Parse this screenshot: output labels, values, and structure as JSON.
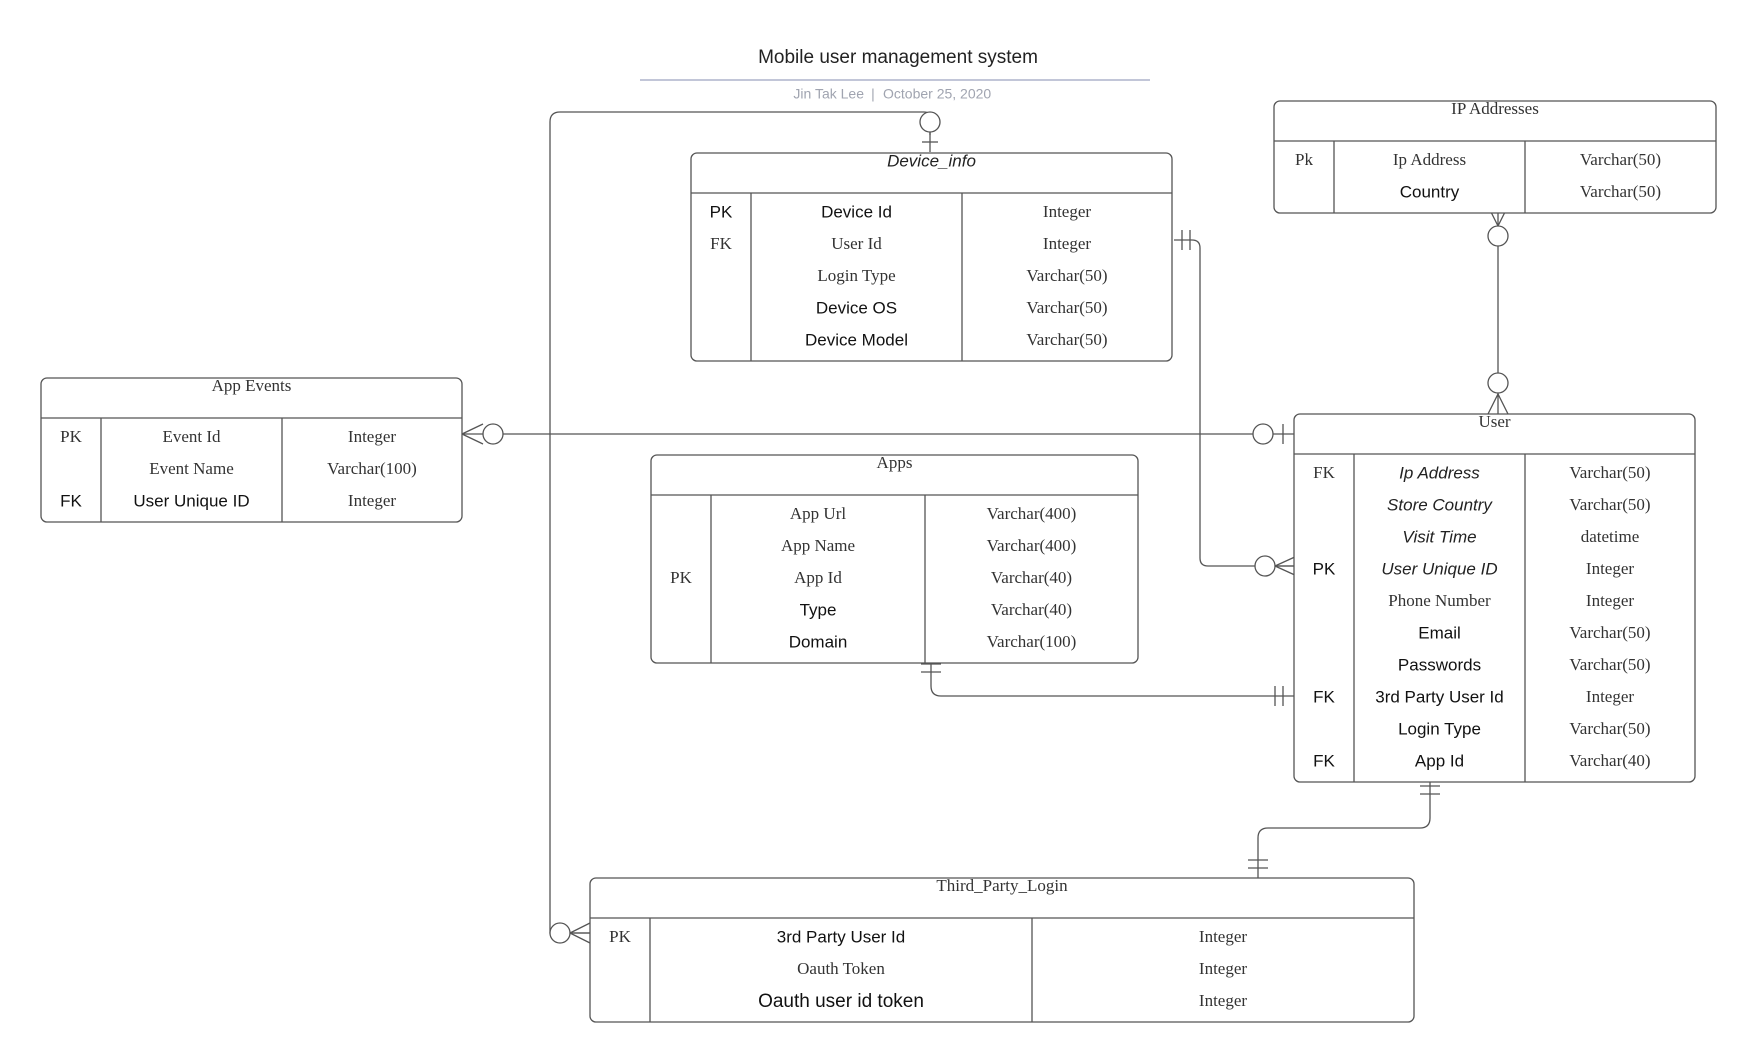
{
  "header": {
    "title": "Mobile user management system",
    "author": "Jin Tak Lee",
    "date": "October 25, 2020"
  },
  "colors": {
    "line": "#555555",
    "text": "#333333",
    "meta_text": "#a0a4b0",
    "title_rule": "#9ea4c0"
  },
  "tables": [
    {
      "name": "Device_info",
      "title_style": "italic-sans",
      "rows": [
        {
          "key": "PK",
          "field": "Device Id",
          "type": "Integer",
          "key_style": "sans",
          "field_style": "sans"
        },
        {
          "key": "FK",
          "field": "User Id",
          "type": "Integer",
          "key_style": "serif",
          "field_style": "serif"
        },
        {
          "key": "",
          "field": "Login Type",
          "type": "Varchar(50)",
          "field_style": "serif"
        },
        {
          "key": "",
          "field": "Device OS",
          "type": "Varchar(50)",
          "field_style": "sans"
        },
        {
          "key": "",
          "field": "Device Model",
          "type": "Varchar(50)",
          "field_style": "sans"
        }
      ]
    },
    {
      "name": "IP Addresses",
      "title_style": "serif",
      "rows": [
        {
          "key": "Pk",
          "field": "Ip Address",
          "type": "Varchar(50)",
          "key_style": "serif",
          "field_style": "serif"
        },
        {
          "key": "",
          "field": "Country",
          "type": "Varchar(50)",
          "field_style": "sans"
        }
      ]
    },
    {
      "name": "App Events",
      "title_style": "serif",
      "rows": [
        {
          "key": "PK",
          "field": "Event Id",
          "type": "Integer",
          "key_style": "serif",
          "field_style": "serif"
        },
        {
          "key": "",
          "field": "Event Name",
          "type": "Varchar(100)",
          "field_style": "serif"
        },
        {
          "key": "FK",
          "field": "User Unique ID",
          "type": "Integer",
          "key_style": "sans",
          "field_style": "sans"
        }
      ]
    },
    {
      "name": "Apps",
      "title_style": "serif",
      "rows": [
        {
          "key": "",
          "field": "App Url",
          "type": "Varchar(400)",
          "field_style": "serif"
        },
        {
          "key": "",
          "field": "App Name",
          "type": "Varchar(400)",
          "field_style": "serif"
        },
        {
          "key": "PK",
          "field": "App Id",
          "type": "Varchar(40)",
          "key_style": "serif",
          "field_style": "serif"
        },
        {
          "key": "",
          "field": "Type",
          "type": "Varchar(40)",
          "field_style": "sans"
        },
        {
          "key": "",
          "field": "Domain",
          "type": "Varchar(100)",
          "field_style": "sans"
        }
      ]
    },
    {
      "name": "User",
      "title_style": "serif",
      "rows": [
        {
          "key": "FK",
          "field": "Ip Address",
          "type": "Varchar(50)",
          "key_style": "serif",
          "field_style": "italic-sans"
        },
        {
          "key": "",
          "field": "Store Country",
          "type": "Varchar(50)",
          "field_style": "italic-sans"
        },
        {
          "key": "",
          "field": "Visit Time",
          "type": "datetime",
          "field_style": "italic-sans"
        },
        {
          "key": "PK",
          "field": "User Unique ID",
          "type": "Integer",
          "key_style": "sans",
          "field_style": "italic-sans"
        },
        {
          "key": "",
          "field": "Phone Number",
          "type": "Integer",
          "field_style": "serif"
        },
        {
          "key": "",
          "field": "Email",
          "type": "Varchar(50)",
          "field_style": "sans"
        },
        {
          "key": "",
          "field": "Passwords",
          "type": "Varchar(50)",
          "field_style": "sans"
        },
        {
          "key": "FK",
          "field": "3rd Party User Id",
          "type": "Integer",
          "key_style": "sans",
          "field_style": "sans"
        },
        {
          "key": "",
          "field": "Login Type",
          "type": "Varchar(50)",
          "field_style": "sans"
        },
        {
          "key": "FK",
          "field": "App Id",
          "type": "Varchar(40)",
          "key_style": "sans",
          "field_style": "sans"
        }
      ]
    },
    {
      "name": "Third_Party_Login",
      "title_style": "serif",
      "rows": [
        {
          "key": "PK",
          "field": "3rd Party User Id",
          "type": "Integer",
          "key_style": "serif",
          "field_style": "sans"
        },
        {
          "key": "",
          "field": "Oauth Token",
          "type": "Integer",
          "field_style": "serif"
        },
        {
          "key": "",
          "field": "Oauth user id token",
          "type": "Integer",
          "field_style": "sans-large"
        }
      ]
    }
  ]
}
